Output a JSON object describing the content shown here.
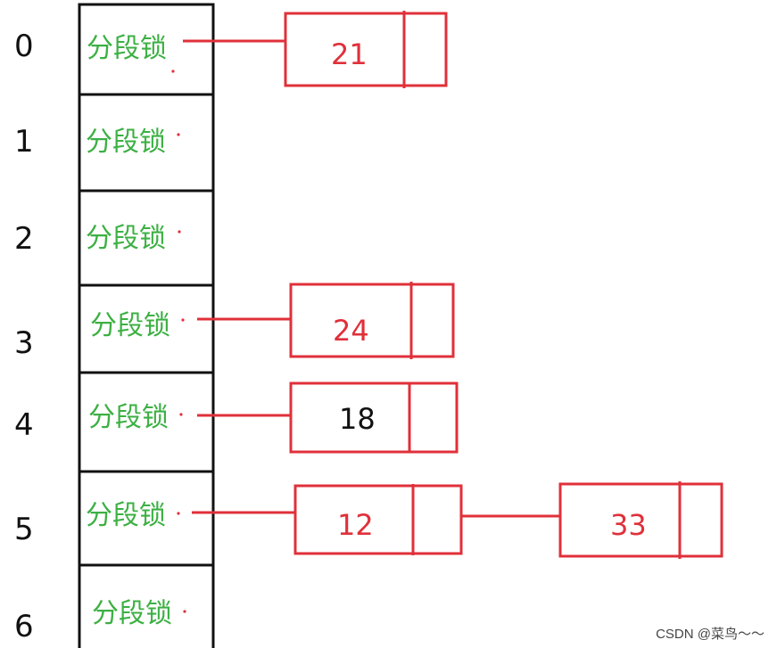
{
  "colors": {
    "cell_border": "#111111",
    "segment_text": "#3cb043",
    "node_border": "#e0303a",
    "node_text": "#e0303a",
    "node_text_dark": "#111111",
    "link_line": "#e0303a"
  },
  "segments": [
    {
      "index": "0",
      "label": "分段锁"
    },
    {
      "index": "1",
      "label": "分段锁"
    },
    {
      "index": "2",
      "label": "分段锁"
    },
    {
      "index": "3",
      "label": "分段锁"
    },
    {
      "index": "4",
      "label": "分段锁"
    },
    {
      "index": "5",
      "label": "分段锁"
    },
    {
      "index": "6",
      "label": "分段锁"
    }
  ],
  "nodes": [
    {
      "value": "21",
      "segment": "0"
    },
    {
      "value": "24",
      "segment": "3"
    },
    {
      "value": "18",
      "segment": "4",
      "text_color": "dark"
    },
    {
      "value": "12",
      "segment": "5"
    },
    {
      "value": "33",
      "segment": "5",
      "chained_after": "12"
    }
  ],
  "watermark": "CSDN @菜鸟～～"
}
